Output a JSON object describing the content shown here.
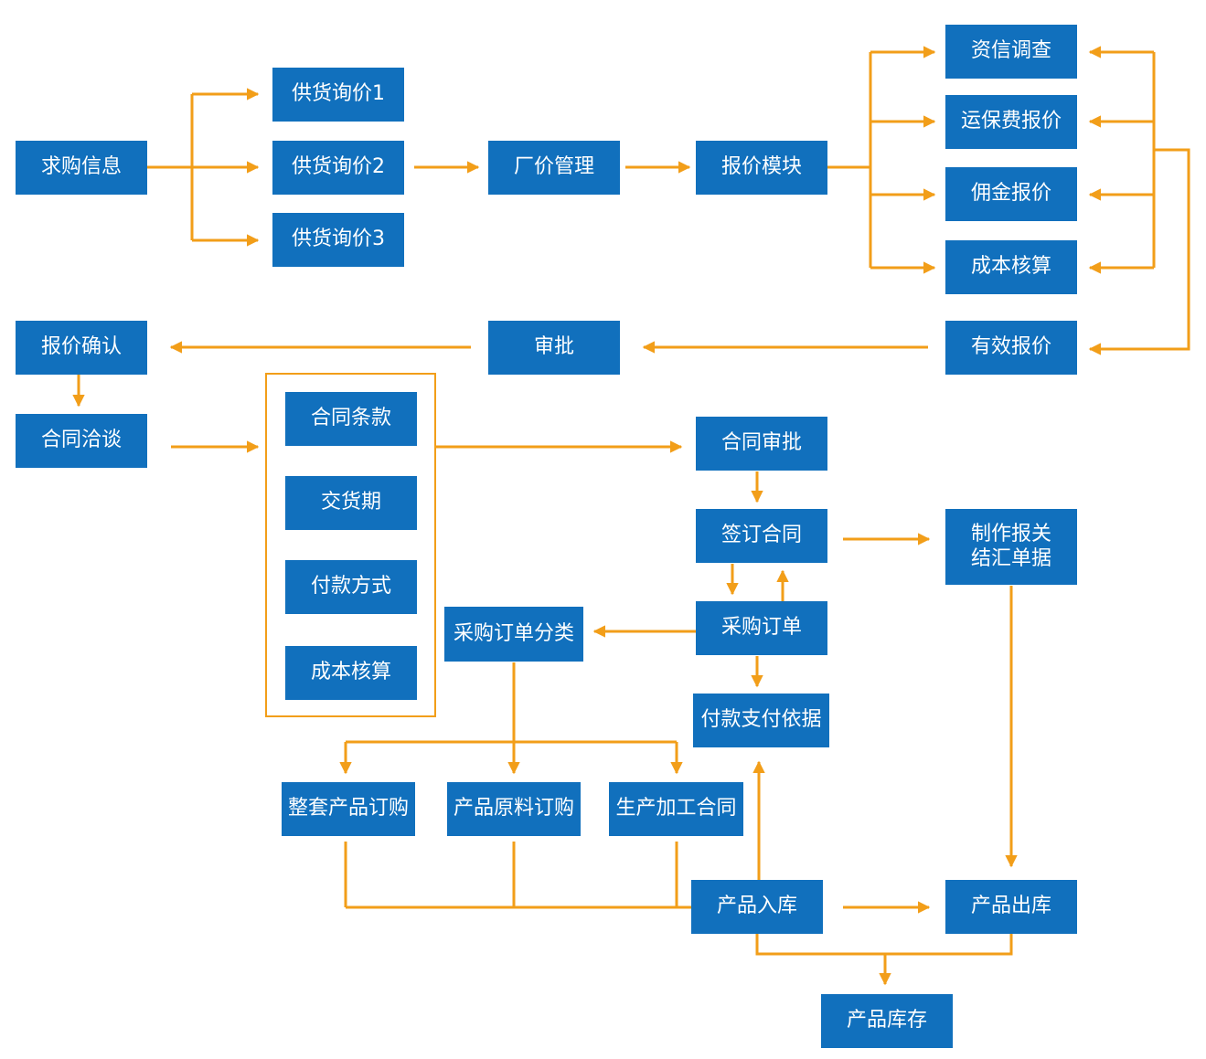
{
  "colors": {
    "box_fill": "#1170bd",
    "box_text": "#ffffff",
    "connector": "#f29e19"
  },
  "nodes": {
    "qiugou": "求购信息",
    "gh1": "供货询价1",
    "gh2": "供货询价2",
    "gh3": "供货询价3",
    "changjia": "厂价管理",
    "baojiamokuai": "报价模块",
    "zixin": "资信调查",
    "yunbao": "运保费报价",
    "yongjin": "佣金报价",
    "chengben1": "成本核算",
    "youxiao": "有效报价",
    "shenpi": "审批",
    "querenbaojia": "报价确认",
    "qiatan": "合同洽谈",
    "tiaokuan": "合同条款",
    "jiaohuoqi": "交货期",
    "fukuanfangshi": "付款方式",
    "chengben2": "成本核算",
    "hetongshenpi": "合同审批",
    "qianding": "签订合同",
    "baoguan": "制作报关\n结汇单据",
    "caigoudingdan": "采购订单",
    "fenlei": "采购订单分类",
    "fukuanyiju": "付款支付依据",
    "zhengtao": "整套产品订购",
    "yuanliao": "产品原料订购",
    "jiagong": "生产加工合同",
    "ruku": "产品入库",
    "chuku": "产品出库",
    "kucun": "产品库存"
  }
}
